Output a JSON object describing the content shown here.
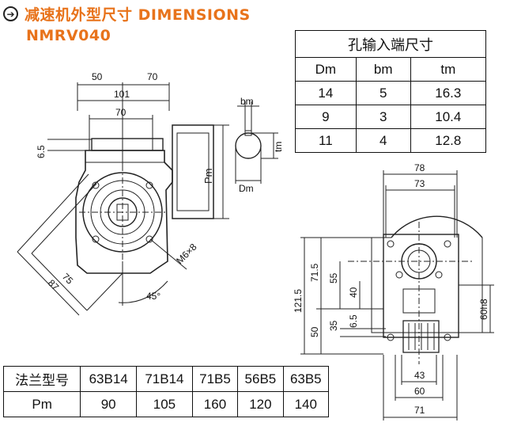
{
  "header": {
    "icon": "circled-arrow-icon",
    "title": "减速机外型尺寸 DIMENSIONS",
    "model": "NMRV040"
  },
  "bore_table": {
    "title": "孔输入端尺寸",
    "columns": [
      "Dm",
      "bm",
      "tm"
    ],
    "rows": [
      [
        "14",
        "5",
        "16.3"
      ],
      [
        "9",
        "3",
        "10.4"
      ],
      [
        "11",
        "4",
        "12.8"
      ]
    ]
  },
  "pm_table": {
    "row_label_flange": "法兰型号",
    "row_label_pm": "Pm",
    "flanges": [
      "63B14",
      "71B14",
      "71B5",
      "56B5",
      "63B5"
    ],
    "pm_values": [
      "90",
      "105",
      "160",
      "120",
      "140"
    ]
  },
  "drawing": {
    "dim_50": "50",
    "dim_70_top": "70",
    "dim_101": "101",
    "dim_70_inner": "70",
    "dim_6_5_left": "6.5",
    "label_pm": "Pm",
    "dim_75": "75",
    "dim_87": "87",
    "angle_45": "45°",
    "thread": "M6×8",
    "label_bm": "bm",
    "label_tm": "tm",
    "label_dm": "Dm",
    "dim_78": "78",
    "dim_73": "73",
    "dim_121_5": "121.5",
    "dim_71_5": "71.5",
    "dim_55": "55",
    "dim_40": "40",
    "dim_50_side": "50",
    "dim_35": "35",
    "dim_6_5_side": "6.5",
    "dim_60h8": "60h8",
    "dim_43": "43",
    "dim_60": "60",
    "dim_71": "71"
  }
}
